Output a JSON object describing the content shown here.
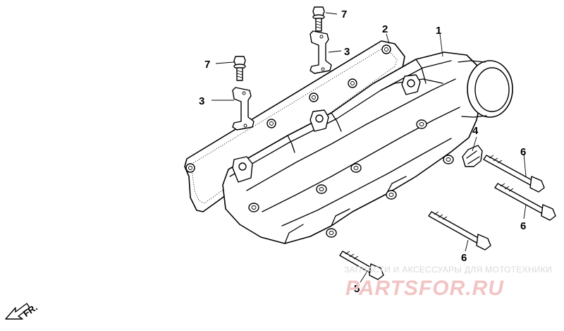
{
  "callouts": {
    "c1": "1",
    "c2": "2",
    "c3a": "3",
    "c3b": "3",
    "c4": "4",
    "c5": "5",
    "c6a": "6",
    "c6b": "6",
    "c6c": "6",
    "c7a": "7",
    "c7b": "7"
  },
  "front_marker": "FR.",
  "watermark": {
    "caption": "ЗАПЧАСТИ И АКСЕССУАРЫ ДЛЯ МОТОТЕХНИКИ",
    "logo": "PARTSFOR.RU"
  }
}
